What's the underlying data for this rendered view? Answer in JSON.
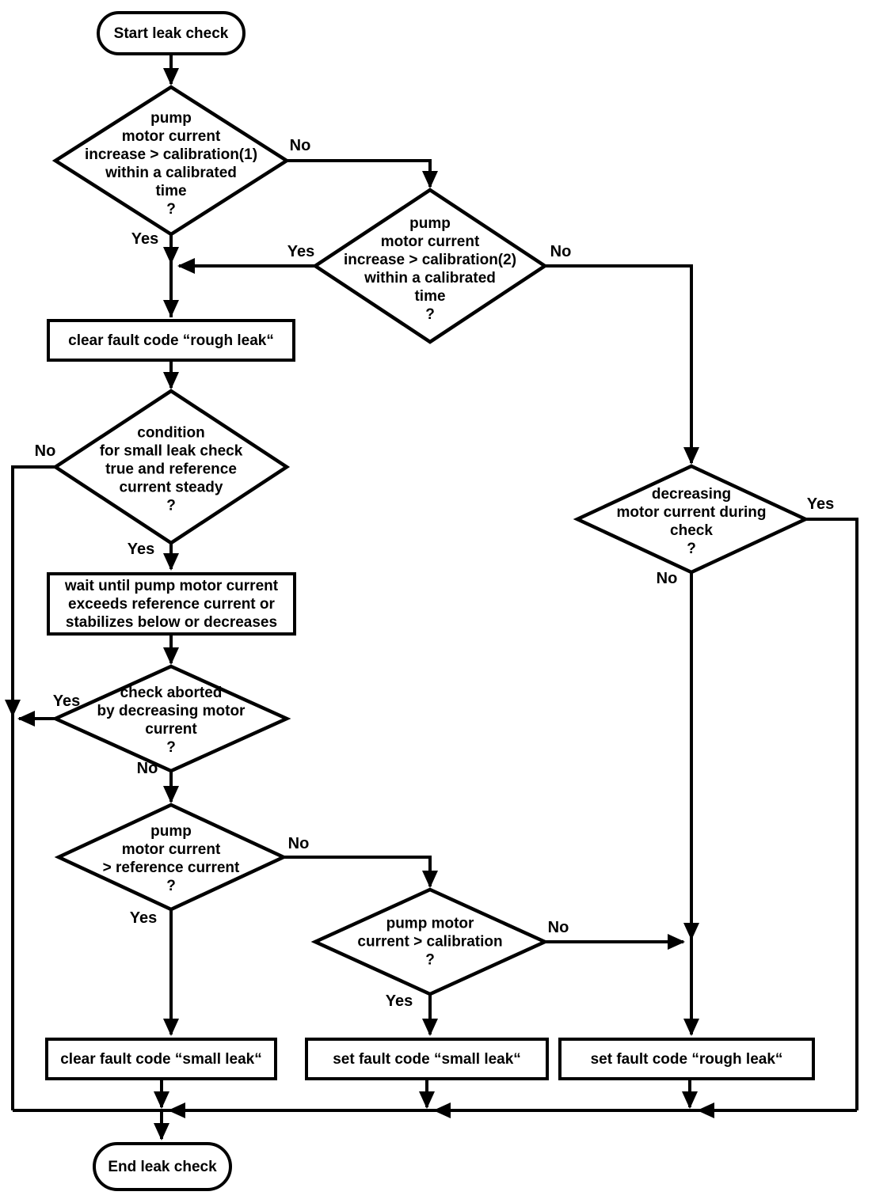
{
  "diagram": {
    "type": "flowchart",
    "background": "#ffffff",
    "line_color": "#000000",
    "text_color": "#000000"
  },
  "nodes": {
    "start": {
      "type": "terminal",
      "label": "Start leak check"
    },
    "check_calibration1": {
      "type": "decision",
      "label": "pump\nmotor current\nincrease > calibration(1)\nwithin a calibrated\ntime\n?"
    },
    "check_calibration2": {
      "type": "decision",
      "label": "pump\nmotor current\nincrease > calibration(2)\nwithin a calibrated\ntime\n?"
    },
    "clear_rough_leak": {
      "type": "process",
      "label": "clear fault code “rough leak“"
    },
    "small_leak_condition": {
      "type": "decision",
      "label": "condition\nfor small leak check\ntrue and reference\ncurrent steady\n?"
    },
    "wait_current": {
      "type": "process",
      "label": "wait until pump motor current\nexceeds reference current or\nstabilizes below or decreases"
    },
    "check_aborted": {
      "type": "decision",
      "label": "check aborted\nby decreasing motor\ncurrent\n?"
    },
    "current_gt_reference": {
      "type": "decision",
      "label": "pump\nmotor current\n> reference current\n?"
    },
    "current_gt_calibration": {
      "type": "decision",
      "label": "pump motor\ncurrent > calibration\n?"
    },
    "decreasing_during_check": {
      "type": "decision",
      "label": "decreasing\nmotor current during\ncheck\n?"
    },
    "clear_small_leak": {
      "type": "process",
      "label": "clear fault code “small leak“"
    },
    "set_small_leak": {
      "type": "process",
      "label": "set fault code “small leak“"
    },
    "set_rough_leak": {
      "type": "process",
      "label": "set fault code “rough leak“"
    },
    "end": {
      "type": "terminal",
      "label": "End leak check"
    }
  },
  "edge_labels": {
    "cal1_yes": "Yes",
    "cal1_no": "No",
    "cal2_yes": "Yes",
    "cal2_no": "No",
    "condition_yes": "Yes",
    "condition_no": "No",
    "aborted_yes": "Yes",
    "aborted_no": "No",
    "reference_yes": "Yes",
    "reference_no": "No",
    "calibration_yes": "Yes",
    "calibration_no": "No",
    "decreasing_yes": "Yes",
    "decreasing_no": "No"
  }
}
